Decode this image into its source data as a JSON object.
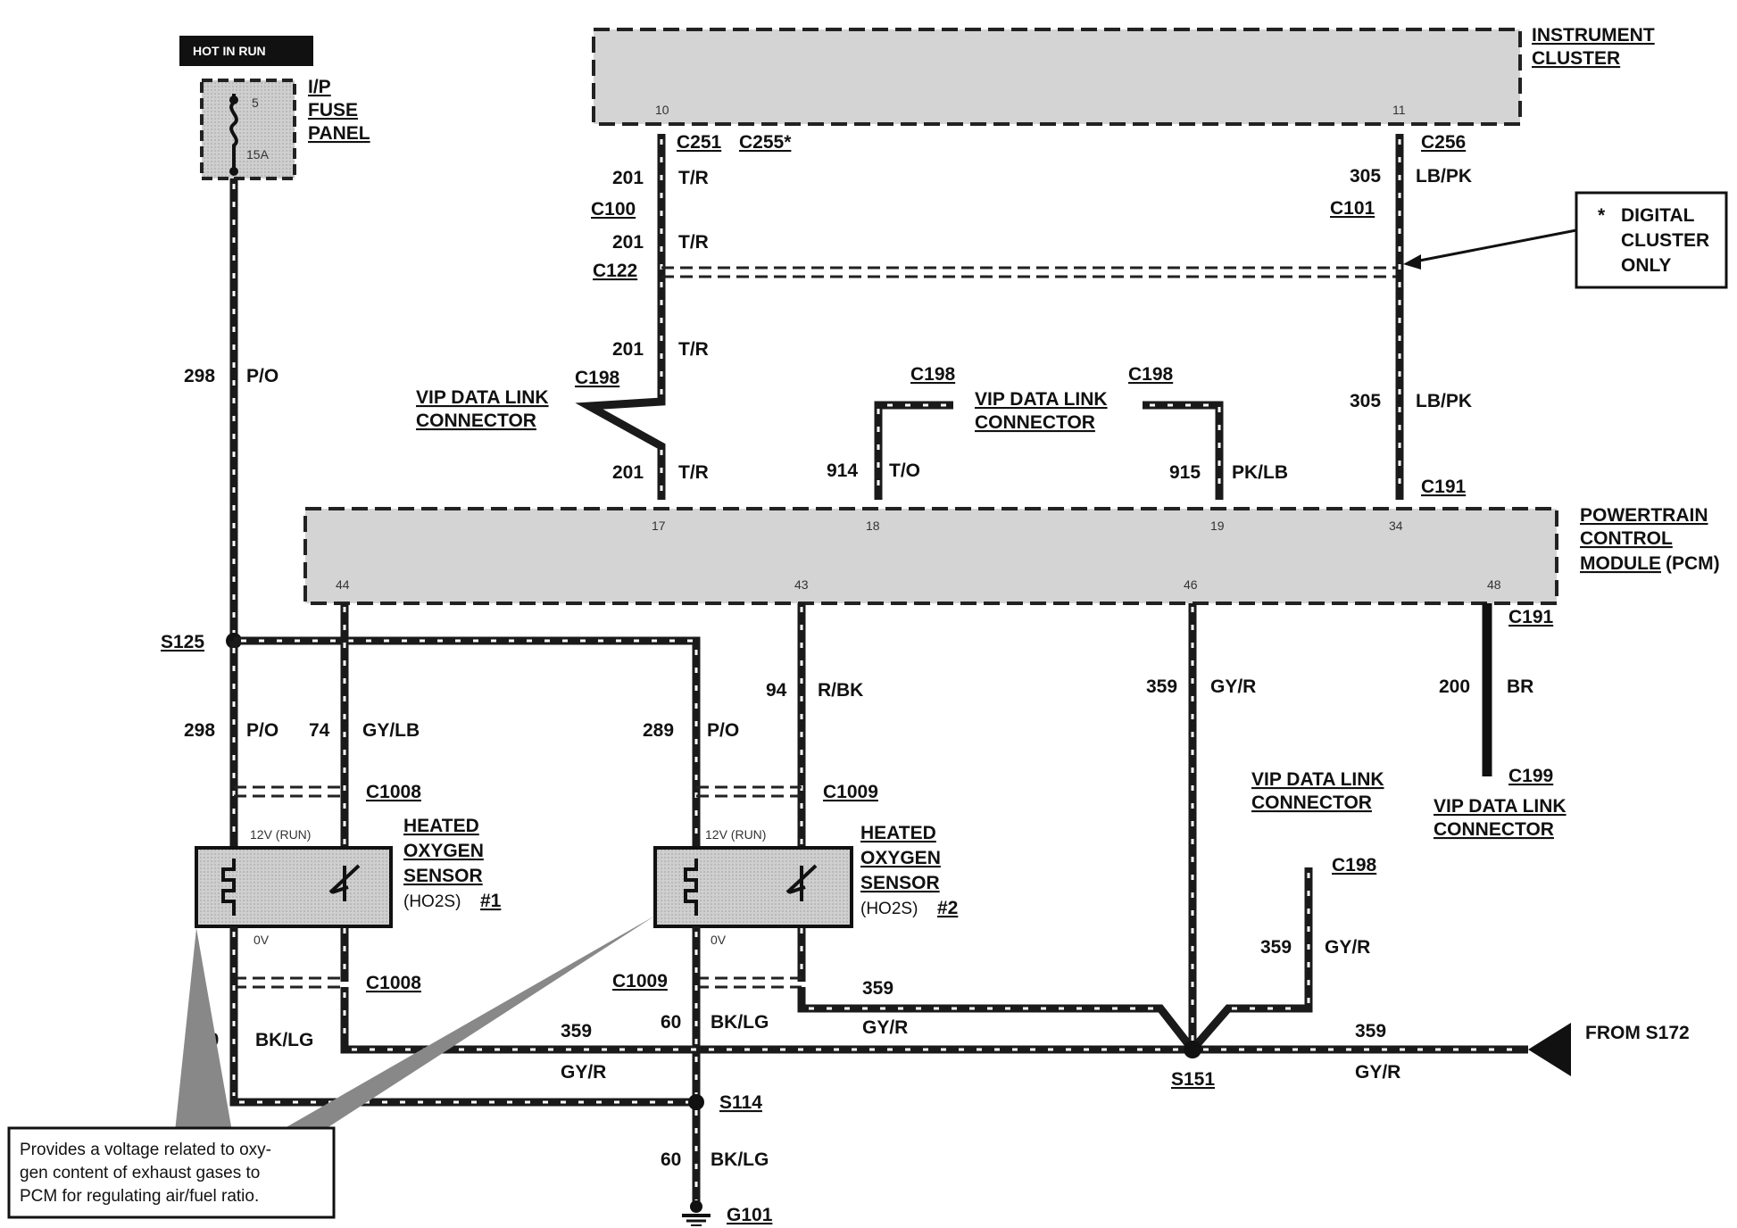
{
  "power": {
    "hot_label": "HOT IN RUN",
    "fuse_panel": [
      "I/P",
      "FUSE",
      "PANEL"
    ],
    "fuse_number": "5",
    "fuse_rating": "15A"
  },
  "instrument_cluster": {
    "name": [
      "INSTRUMENT",
      "CLUSTER"
    ],
    "pin_left": "10",
    "pin_right": "11"
  },
  "pcm": {
    "name": [
      "POWERTRAIN",
      "CONTROL",
      "MODULE"
    ],
    "abbrev": "(PCM)",
    "pins_top": [
      "17",
      "18",
      "19",
      "34"
    ],
    "pins_bottom": [
      "44",
      "43",
      "46",
      "48"
    ]
  },
  "note_box": {
    "star": "*",
    "lines": [
      "DIGITAL",
      "CLUSTER",
      "ONLY"
    ]
  },
  "connectors": {
    "c251": "C251",
    "c255": "C255*",
    "c256": "C256",
    "c100": "C100",
    "c101": "C101",
    "c122": "C122",
    "c198": "C198",
    "c191": "C191",
    "c1008": "C1008",
    "c1009": "C1009",
    "c199": "C199"
  },
  "vip": [
    "VIP DATA LINK",
    "CONNECTOR"
  ],
  "splices": {
    "s125": "S125",
    "s151": "S151",
    "s114": "S114"
  },
  "ground": "G101",
  "from_label": "FROM S172",
  "sensor1": {
    "name": [
      "HEATED",
      "OXYGEN",
      "SENSOR"
    ],
    "id": "(HO2S)",
    "num": "#1",
    "v12": "12V (RUN)",
    "v0": "0V"
  },
  "sensor2": {
    "name": [
      "HEATED",
      "OXYGEN",
      "SENSOR"
    ],
    "id": "(HO2S)",
    "num": "#2",
    "v12": "12V (RUN)",
    "v0": "0V"
  },
  "wires": {
    "w298": "298",
    "po": "P/O",
    "w201": "201",
    "tr": "T/R",
    "w305": "305",
    "lbpk": "LB/PK",
    "w914": "914",
    "to": "T/O",
    "w915": "915",
    "pklb": "PK/LB",
    "w74": "74",
    "gylb": "GY/LB",
    "w289": "289",
    "w94": "94",
    "rbk": "R/BK",
    "w359": "359",
    "gyr": "GY/R",
    "w200": "200",
    "br": "BR",
    "w60": "60",
    "bklg": "BK/LG"
  },
  "callout": [
    "Provides a voltage related to oxy-",
    "gen content of exhaust gases to",
    "PCM for regulating air/fuel ratio."
  ]
}
